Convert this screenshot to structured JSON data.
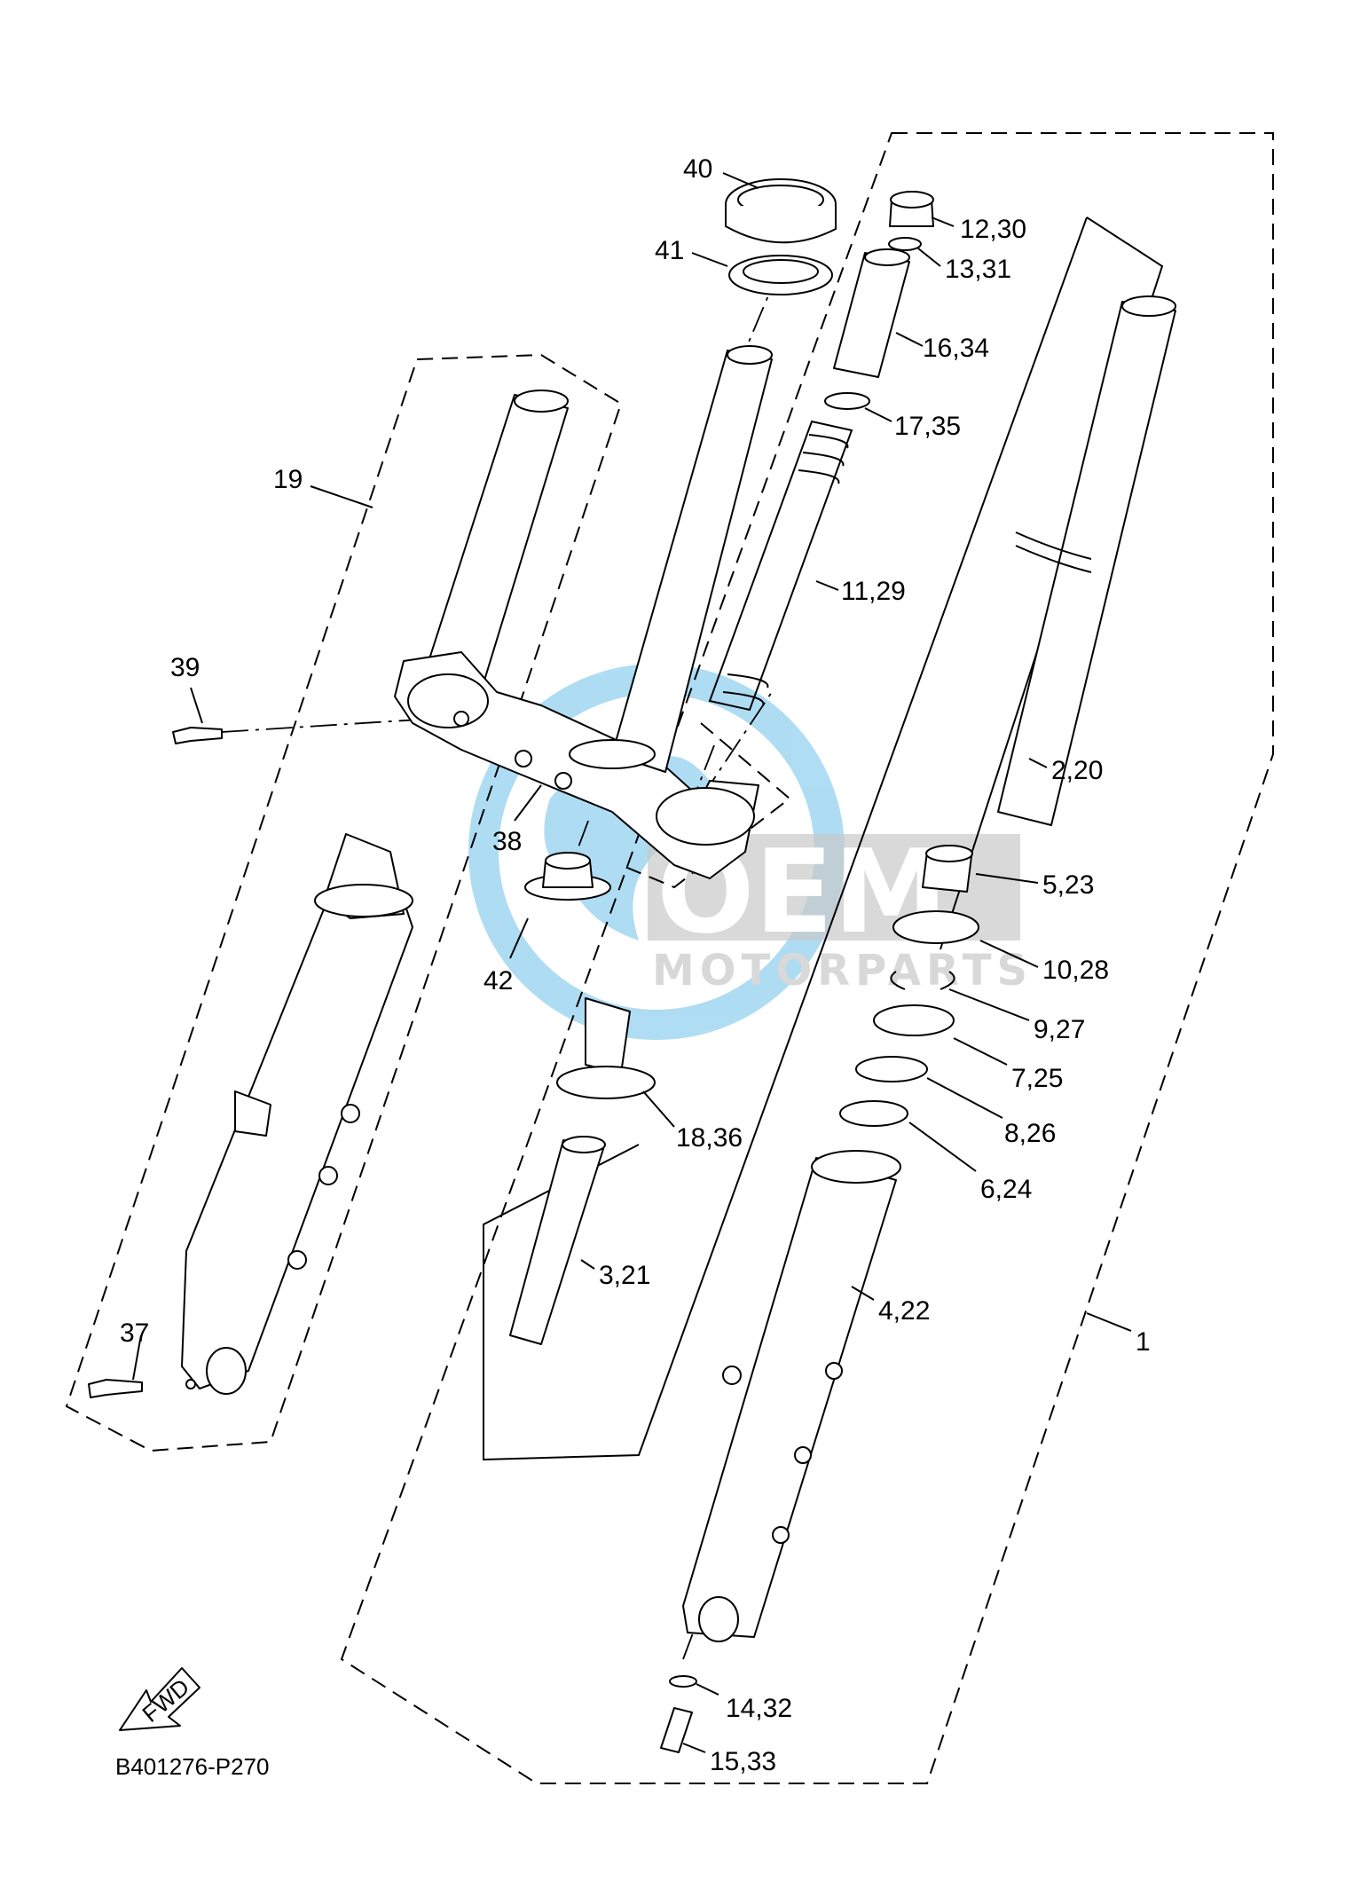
{
  "diagram_code": "B401276-P270",
  "fwd_label": "FWD",
  "watermark": {
    "brand": "OEM",
    "tagline": "MOTORPARTS",
    "color": "#4db3e6",
    "gray": "#999999"
  },
  "labels": {
    "p40": "40",
    "p41": "41",
    "p12_30": "12,30",
    "p13_31": "13,31",
    "p16_34": "16,34",
    "p17_35": "17,35",
    "p19": "19",
    "p11_29": "11,29",
    "p39": "39",
    "p2_20": "2,20",
    "p38": "38",
    "p5_23": "5,23",
    "p42": "42",
    "p10_28": "10,28",
    "p9_27": "9,27",
    "p7_25": "7,25",
    "p18_36": "18,36",
    "p8_26": "8,26",
    "p6_24": "6,24",
    "p3_21": "3,21",
    "p4_22": "4,22",
    "p1": "1",
    "p37": "37",
    "p14_32": "14,32",
    "p15_33": "15,33"
  }
}
